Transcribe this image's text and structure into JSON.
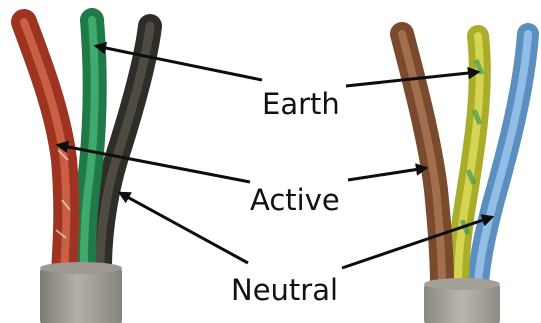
{
  "labels": {
    "earth": "Earth",
    "active": "Active",
    "neutral": "Neutral"
  },
  "wires": {
    "old_standard": [
      "red",
      "green",
      "black"
    ],
    "new_standard": [
      "brown",
      "green-yellow",
      "blue"
    ]
  },
  "colors": {
    "red_wire": "#b8452b",
    "green_wire": "#2e8f5a",
    "black_wire": "#3e3c34",
    "brown_wire": "#8a5a3a",
    "green_yellow_wire": "#c4c23a",
    "blue_wire": "#6ea4d2",
    "sheath": "#a6a29a",
    "arrow": "#0d0d0d"
  }
}
